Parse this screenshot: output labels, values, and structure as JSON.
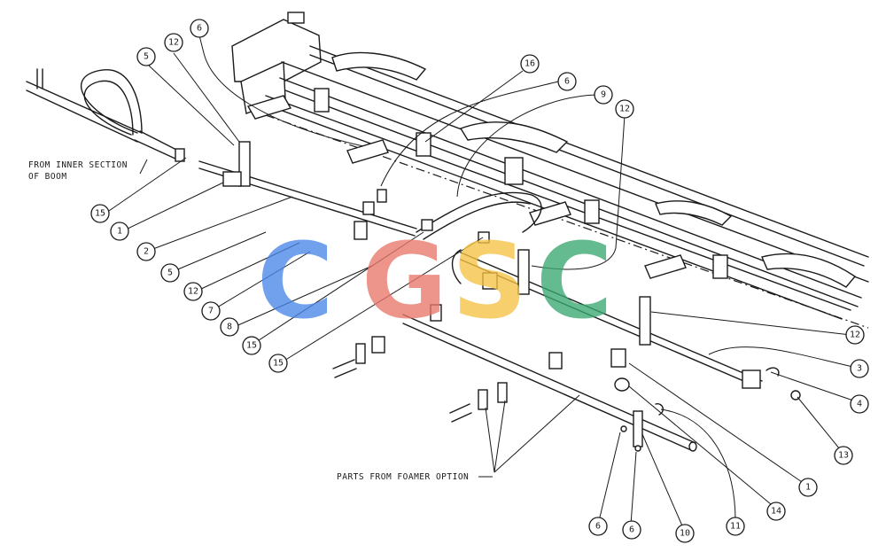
{
  "notes": {
    "inner_section_line1": "FROM INNER SECTION",
    "inner_section_line2": "OF BOOM",
    "foamer": "PARTS FROM FOAMER OPTION"
  },
  "watermark": {
    "letters": [
      "C",
      "G",
      "S",
      "C"
    ],
    "colors": [
      "#4a86e8",
      "#e8776b",
      "#f6c445",
      "#3aa872"
    ]
  },
  "callouts": [
    "12",
    "6",
    "5",
    "16",
    "6",
    "9",
    "12",
    "15",
    "1",
    "2",
    "5",
    "12",
    "7",
    "8",
    "15",
    "15",
    "12",
    "3",
    "4",
    "13",
    "1",
    "14",
    "6",
    "6",
    "10",
    "11"
  ]
}
